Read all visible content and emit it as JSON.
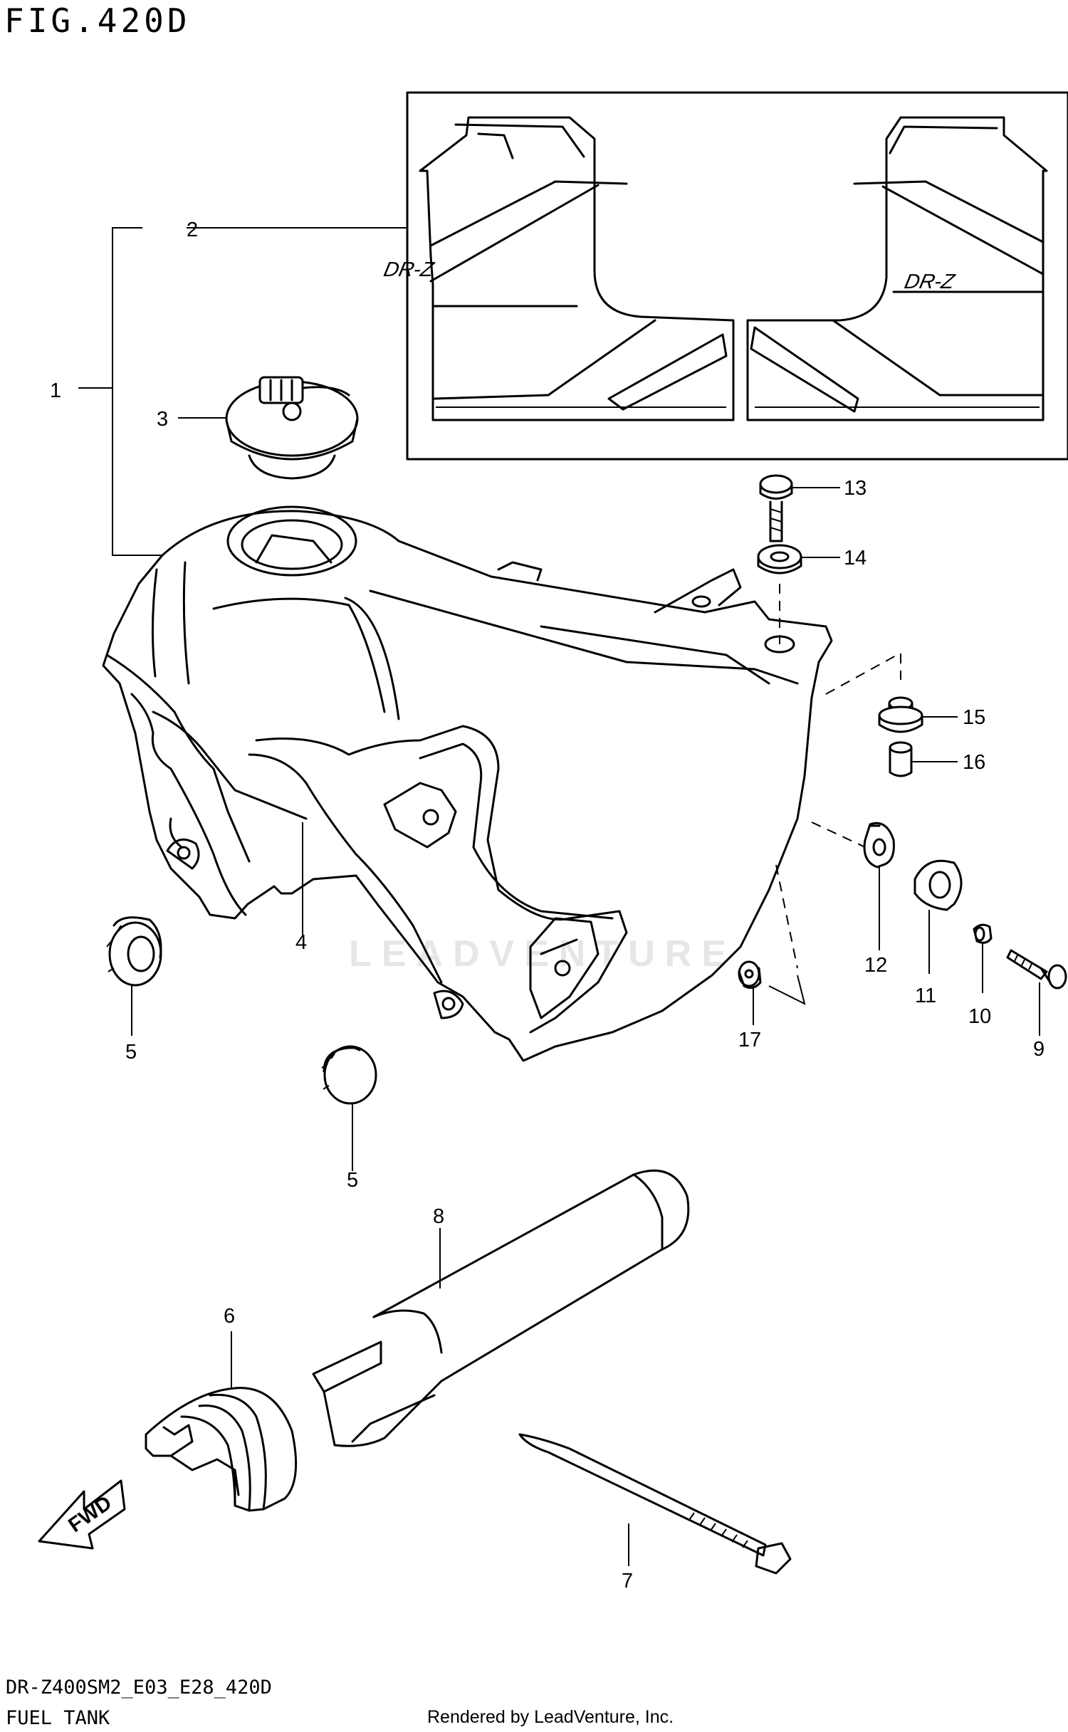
{
  "figure": {
    "title": "FIG.420D",
    "model_code": "DR-Z400SM2_E03_E28_420D",
    "section_name": "FUEL TANK",
    "credit": "Rendered by LeadVenture, Inc.",
    "watermark": "LEADVENTURE"
  },
  "decal": {
    "brand_text": "DR-Z"
  },
  "callouts": [
    "1",
    "2",
    "3",
    "4",
    "5",
    "5",
    "6",
    "7",
    "8",
    "9",
    "10",
    "11",
    "12",
    "13",
    "14",
    "15",
    "16",
    "17"
  ],
  "arrow": {
    "label": "FWD"
  }
}
